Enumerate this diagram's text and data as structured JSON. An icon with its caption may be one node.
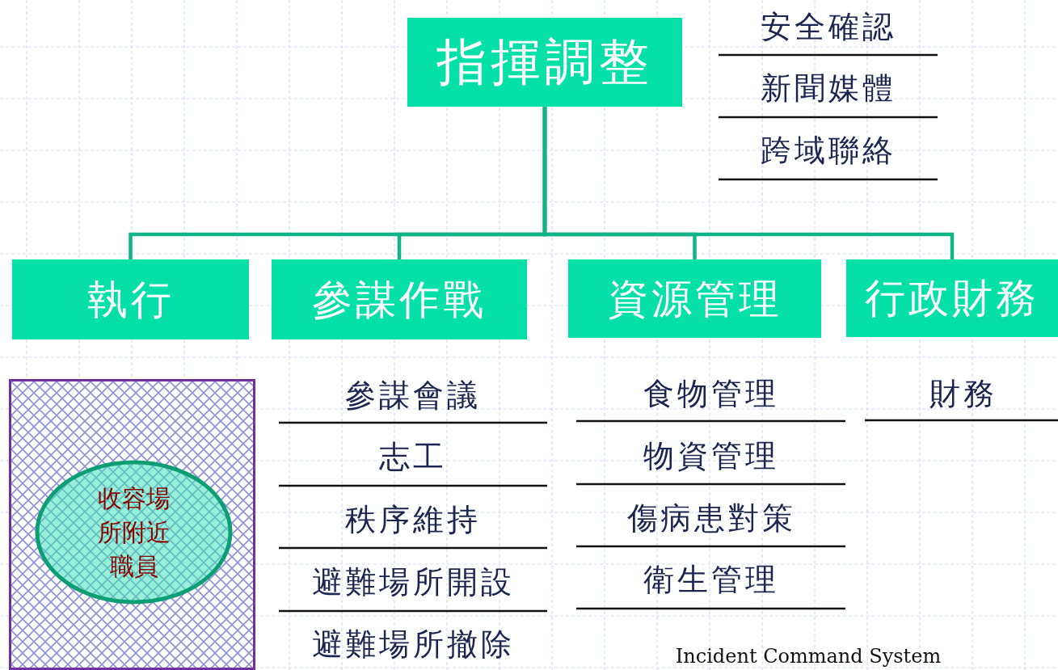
{
  "diagram": {
    "nodes": [
      {
        "text": [
          "指揮調整"
        ]
      },
      {
        "text": [
          "執行"
        ]
      },
      {
        "text": [
          "參謀作戰"
        ]
      },
      {
        "text": [
          "資源管理"
        ]
      },
      {
        "text": [
          "行政財務"
        ]
      },
      {
        "text": [],
        "shape": "box"
      },
      {
        "text": [
          "收容場所附近職員"
        ],
        "in": 5
      }
    ],
    "edges": [
      {
        "from": 0,
        "to": 1,
        "arrow": "none"
      },
      {
        "from": 0,
        "to": 2,
        "arrow": "none"
      },
      {
        "from": 0,
        "to": 3,
        "arrow": "none"
      },
      {
        "from": 0,
        "to": 4,
        "arrow": "none"
      }
    ],
    "labels": [
      "安全確認",
      "新聞媒體",
      "跨域聯絡",
      "參謀會議",
      "志工",
      "秩序維持",
      "避難場所開設",
      "避難場所撤除",
      "食物管理",
      "物資管理",
      "傷病患對策",
      "衛生管理",
      "財務",
      "Incident Command System"
    ]
  }
}
